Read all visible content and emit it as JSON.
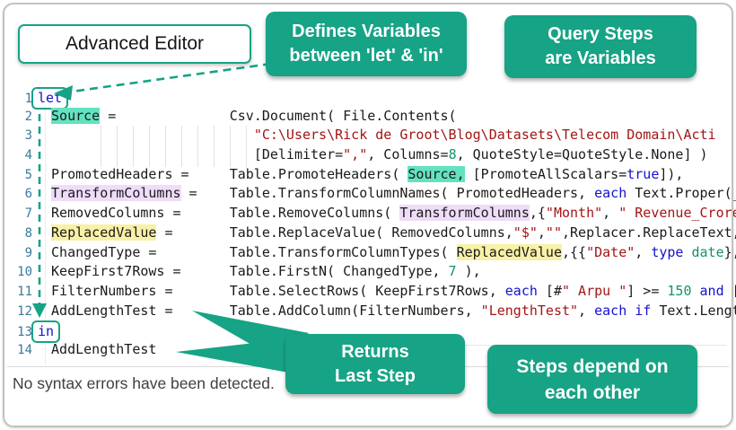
{
  "title": {
    "label": "Advanced Editor"
  },
  "callouts": {
    "defines": {
      "line1": "Defines Variables",
      "line2": "between 'let' & 'in'"
    },
    "query_steps": {
      "line1": "Query Steps",
      "line2": "are Variables"
    },
    "returns": {
      "line1": "Returns",
      "line2": "Last Step"
    },
    "depend": {
      "line1": "Steps depend on",
      "line2": "each other"
    }
  },
  "status": {
    "message": "No syntax errors have been detected."
  },
  "colors": {
    "accent_teal": "#17a385",
    "keyword_blue": "#1212cf",
    "string_red": "#a31515",
    "number_green": "#13926f",
    "line_number_blue": "#3a7a9c",
    "highlight_teal": "#63e2c0",
    "highlight_purple": "#eedcf8",
    "highlight_yellow": "#f8f1a6"
  },
  "editor": {
    "line_numbers": [
      "1",
      "2",
      "3",
      "4",
      "5",
      "6",
      "7",
      "8",
      "9",
      "10",
      "11",
      "12",
      "13",
      "14"
    ],
    "lines": [
      [
        [
          "let",
          "kbox"
        ]
      ],
      [
        [
          " ",
          "p"
        ],
        [
          "Source",
          "hlt"
        ],
        [
          " =              ",
          "p"
        ],
        [
          "Csv.Document( File.Contents(",
          "p"
        ]
      ],
      [
        [
          "                          ",
          "p"
        ],
        [
          "\"C:\\Users\\Rick de Groot\\Blog\\Datasets\\Telecom Domain\\Acti",
          "s"
        ]
      ],
      [
        [
          "                          ",
          "p"
        ],
        [
          "[Delimiter=",
          "p"
        ],
        [
          "\",\"",
          "s"
        ],
        [
          ", Columns=",
          "p"
        ],
        [
          "8",
          "n"
        ],
        [
          ", QuoteStyle=QuoteStyle.None] )",
          "p"
        ]
      ],
      [
        [
          " PromotedHeaders =     Table.PromoteHeaders( ",
          "p"
        ],
        [
          "Source,",
          "hlt"
        ],
        [
          " [PromoteAllScalars=",
          "p"
        ],
        [
          "true",
          "k"
        ],
        [
          "]),",
          "p"
        ]
      ],
      [
        [
          " ",
          "p"
        ],
        [
          "TransformColumns",
          "hlp"
        ],
        [
          " =    ",
          "p"
        ],
        [
          "Table.TransformColumnNames( PromotedHeaders, ",
          "p"
        ],
        [
          "each",
          "k"
        ],
        [
          " Text.Proper(_",
          "p"
        ]
      ],
      [
        [
          " RemovedColumns =      Table.RemoveColumns( ",
          "p"
        ],
        [
          "TransformColumns",
          "hlp"
        ],
        [
          ",{",
          "p"
        ],
        [
          "\"Month\"",
          "s"
        ],
        [
          ", ",
          "p"
        ],
        [
          "\" Revenue_Crore",
          "s"
        ]
      ],
      [
        [
          " ",
          "p"
        ],
        [
          "ReplacedValue",
          "hly"
        ],
        [
          " =       ",
          "p"
        ],
        [
          "Table.ReplaceValue( RemovedColumns,",
          "p"
        ],
        [
          "\"$\"",
          "s"
        ],
        [
          ",",
          "p"
        ],
        [
          "\"\"",
          "s"
        ],
        [
          ",Replacer.ReplaceText,",
          "p"
        ]
      ],
      [
        [
          " ChangedType =         Table.TransformColumnTypes( ",
          "p"
        ],
        [
          "ReplacedValue",
          "hly"
        ],
        [
          ",{{",
          "p"
        ],
        [
          "\"Date\"",
          "s"
        ],
        [
          ", ",
          "p"
        ],
        [
          "type",
          "k"
        ],
        [
          " ",
          "p"
        ],
        [
          "date",
          "n"
        ],
        [
          "},",
          "p"
        ]
      ],
      [
        [
          " KeepFirst7Rows =      Table.FirstN( ChangedType, ",
          "p"
        ],
        [
          "7",
          "n"
        ],
        [
          " ),",
          "p"
        ]
      ],
      [
        [
          " FilterNumbers =       Table.SelectRows( KeepFirst7Rows, ",
          "p"
        ],
        [
          "each",
          "k"
        ],
        [
          " [#",
          "p"
        ],
        [
          "\" Arpu \"",
          "s"
        ],
        [
          "] >= ",
          "p"
        ],
        [
          "150",
          "n"
        ],
        [
          " ",
          "p"
        ],
        [
          "and",
          "k"
        ],
        [
          " [",
          "p"
        ]
      ],
      [
        [
          " AddLengthTest =       Table.AddColumn(FilterNumbers, ",
          "p"
        ],
        [
          "\"LengthTest\"",
          "s"
        ],
        [
          ", ",
          "p"
        ],
        [
          "each",
          "k"
        ],
        [
          " ",
          "p"
        ],
        [
          "if",
          "k"
        ],
        [
          " Text.Lengt",
          "p"
        ]
      ],
      [
        [
          "in",
          "kbox"
        ]
      ],
      [
        [
          " AddLengthTest",
          "p"
        ]
      ]
    ]
  }
}
